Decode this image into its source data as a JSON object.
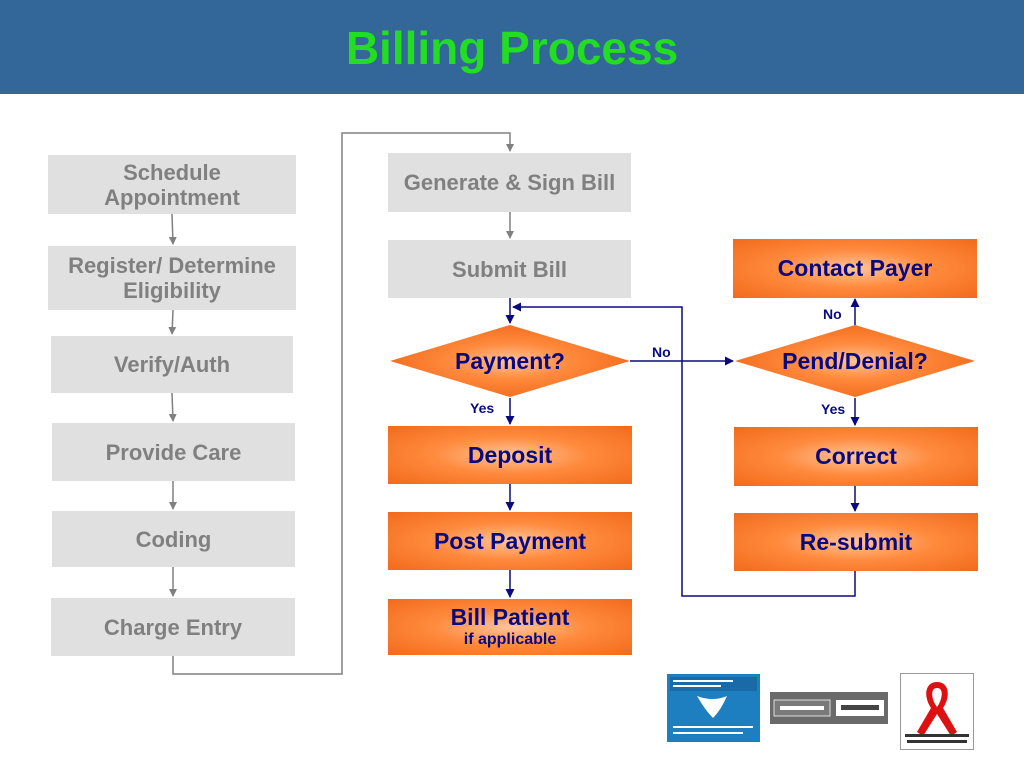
{
  "slide": {
    "title": "Billing Process"
  },
  "left_column": [
    "Schedule Appointment",
    "Register/ Determine Eligibility",
    "Verify/Auth",
    "Provide Care",
    "Coding",
    "Charge Entry"
  ],
  "middle": {
    "generate": "Generate & Sign Bill",
    "submit": "Submit Bill",
    "payment": "Payment?",
    "deposit": "Deposit",
    "post_payment": "Post Payment",
    "bill_patient": "Bill Patient",
    "bill_patient_note": "if applicable"
  },
  "right": {
    "contact_payer": "Contact Payer",
    "pend_denial": "Pend/Denial?",
    "correct": "Correct",
    "resubmit": "Re-submit"
  },
  "labels": {
    "yes": "Yes",
    "no": "No"
  },
  "colors": {
    "header": "#336699",
    "title": "#22dd22",
    "gray_box": "#e0e0e0",
    "orange_box": "#f26a1b",
    "dark_text": "#0a0a80"
  }
}
